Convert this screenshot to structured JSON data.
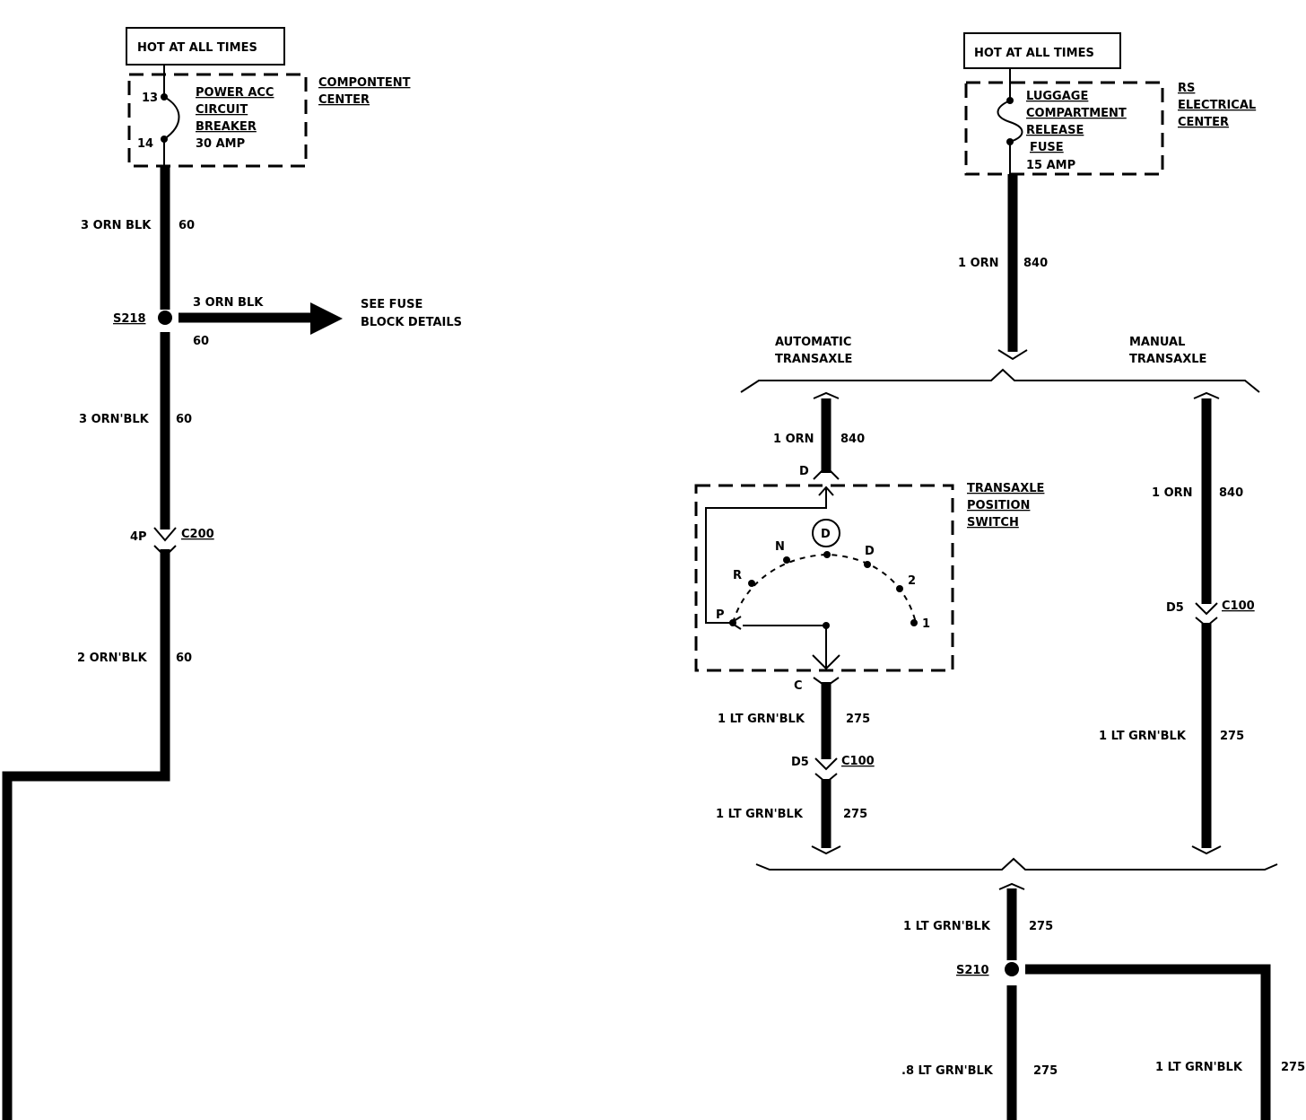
{
  "left": {
    "source_label": "HOT AT ALL TIMES",
    "breaker": [
      "POWER ACC",
      "CIRCUIT",
      "BREAKER",
      "30 AMP"
    ],
    "terminal_top": "13",
    "terminal_bottom": "14",
    "component_center": [
      "COMPONTENT",
      "CENTER"
    ],
    "wire1": {
      "color": "3 ORN BLK",
      "circuit": "60"
    },
    "splice": "S218",
    "branch": {
      "color": "3 ORN BLK",
      "circuit": "60"
    },
    "see_fuse": [
      "SEE FUSE",
      "BLOCK DETAILS"
    ],
    "wire2": {
      "color": "3 ORN'BLK",
      "circuit": "60"
    },
    "connector_pin": "4P",
    "connector": "C200",
    "wire3": {
      "color": "2 ORN'BLK",
      "circuit": "60"
    }
  },
  "right": {
    "source_label": "HOT AT ALL TIMES",
    "fuse": [
      "LUGGAGE",
      "COMPARTMENT",
      "RELEASE",
      "FUSE",
      "15 AMP"
    ],
    "rs_center": [
      "RS",
      "ELECTRICAL",
      "CENTER"
    ],
    "wire_main": {
      "color": "1 ORN",
      "circuit": "840"
    },
    "automatic": [
      "AUTOMATIC",
      "TRANSAXLE"
    ],
    "manual": [
      "MANUAL",
      "TRANSAXLE"
    ],
    "auto_wire1": {
      "color": "1 ORN",
      "circuit": "840"
    },
    "pin_d": "D",
    "switch_name": [
      "TRANSAXLE",
      "POSITION",
      "SWITCH"
    ],
    "switch_selected": "D",
    "positions": [
      "P",
      "R",
      "N",
      "D",
      "2",
      "1"
    ],
    "pin_c": "C",
    "auto_wire2": {
      "color": "1 LT GRN'BLK",
      "circuit": "275"
    },
    "auto_conn_pin": "D5",
    "auto_conn": "C100",
    "auto_wire3": {
      "color": "1 LT GRN'BLK",
      "circuit": "275"
    },
    "man_wire1": {
      "color": "1 ORN",
      "circuit": "840"
    },
    "man_conn_pin": "D5",
    "man_conn": "C100",
    "man_wire2": {
      "color": "1 LT GRN'BLK",
      "circuit": "275"
    },
    "joined_wire": {
      "color": "1 LT GRN'BLK",
      "circuit": "275"
    },
    "splice": "S210",
    "out_left": {
      "color": ".8 LT GRN'BLK",
      "circuit": "275"
    },
    "out_right": {
      "color": "1 LT GRN'BLK",
      "circuit": "275"
    }
  }
}
